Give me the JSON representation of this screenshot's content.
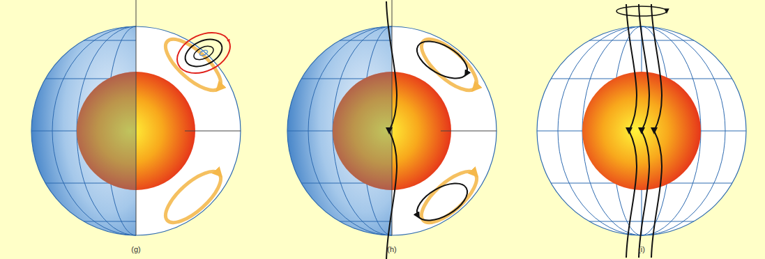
{
  "diagram": {
    "labels": [
      "(g)",
      "(h)",
      "(i)"
    ]
  }
}
